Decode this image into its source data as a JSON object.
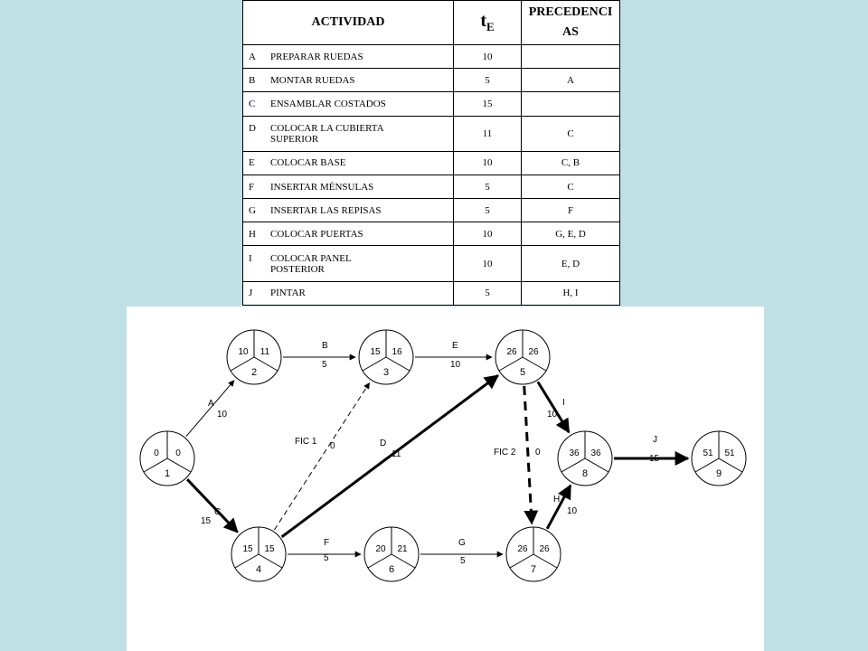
{
  "table": {
    "headers": {
      "activity": "ACTIVIDAD",
      "te_main": "t",
      "te_sub": "E",
      "precedences": "PRECEDENCIAS"
    },
    "rows": [
      {
        "code": "A",
        "name": "PREPARAR RUEDAS",
        "te": "10",
        "pre": ""
      },
      {
        "code": "B",
        "name": "MONTAR RUEDAS",
        "te": "5",
        "pre": "A"
      },
      {
        "code": "C",
        "name": "ENSAMBLAR COSTADOS",
        "te": "15",
        "pre": ""
      },
      {
        "code": "D",
        "name": "COLOCAR LA CUBIERTA SUPERIOR",
        "te": "11",
        "pre": "C"
      },
      {
        "code": "E",
        "name": "COLOCAR BASE",
        "te": "10",
        "pre": "C, B"
      },
      {
        "code": "F",
        "name": "INSERTAR MÉNSULAS",
        "te": "5",
        "pre": "C"
      },
      {
        "code": "G",
        "name": "INSERTAR LAS REPISAS",
        "te": "5",
        "pre": "F"
      },
      {
        "code": "H",
        "name": "COLOCAR PUERTAS",
        "te": "10",
        "pre": "G, E, D"
      },
      {
        "code": "I",
        "name": "COLOCAR PANEL POSTERIOR",
        "te": "10",
        "pre": "E, D"
      },
      {
        "code": "J",
        "name": "PINTAR",
        "te": "5",
        "pre": "H, I"
      }
    ]
  },
  "network": {
    "nodes": [
      {
        "id": "1",
        "es": "0",
        "ls": "0"
      },
      {
        "id": "2",
        "es": "10",
        "ls": "11"
      },
      {
        "id": "3",
        "es": "15",
        "ls": "16"
      },
      {
        "id": "4",
        "es": "15",
        "ls": "15"
      },
      {
        "id": "5",
        "es": "26",
        "ls": "26"
      },
      {
        "id": "6",
        "es": "20",
        "ls": "21"
      },
      {
        "id": "7",
        "es": "26",
        "ls": "26"
      },
      {
        "id": "8",
        "es": "36",
        "ls": "36"
      },
      {
        "id": "9",
        "es": "51",
        "ls": "51"
      }
    ],
    "edges": [
      {
        "from": "1",
        "to": "2",
        "name": "A",
        "dur": "10",
        "critical": false,
        "dummy": false
      },
      {
        "from": "1",
        "to": "4",
        "name": "C",
        "dur": "15",
        "critical": true,
        "dummy": false
      },
      {
        "from": "2",
        "to": "3",
        "name": "B",
        "dur": "5",
        "critical": false,
        "dummy": false
      },
      {
        "from": "3",
        "to": "5",
        "name": "E",
        "dur": "10",
        "critical": false,
        "dummy": false
      },
      {
        "from": "4",
        "to": "3",
        "name": "FIC 1",
        "dur": "0",
        "critical": false,
        "dummy": true
      },
      {
        "from": "4",
        "to": "5",
        "name": "D",
        "dur": "11",
        "critical": true,
        "dummy": false
      },
      {
        "from": "4",
        "to": "6",
        "name": "F",
        "dur": "5",
        "critical": false,
        "dummy": false
      },
      {
        "from": "6",
        "to": "7",
        "name": "G",
        "dur": "5",
        "critical": false,
        "dummy": false
      },
      {
        "from": "5",
        "to": "7",
        "name": "FIC 2",
        "dur": "0",
        "critical": true,
        "dummy": true
      },
      {
        "from": "5",
        "to": "8",
        "name": "I",
        "dur": "10",
        "critical": true,
        "dummy": false
      },
      {
        "from": "7",
        "to": "8",
        "name": "H",
        "dur": "10",
        "critical": true,
        "dummy": false
      },
      {
        "from": "8",
        "to": "9",
        "name": "J",
        "dur": "15",
        "critical": true,
        "dummy": false
      }
    ]
  }
}
